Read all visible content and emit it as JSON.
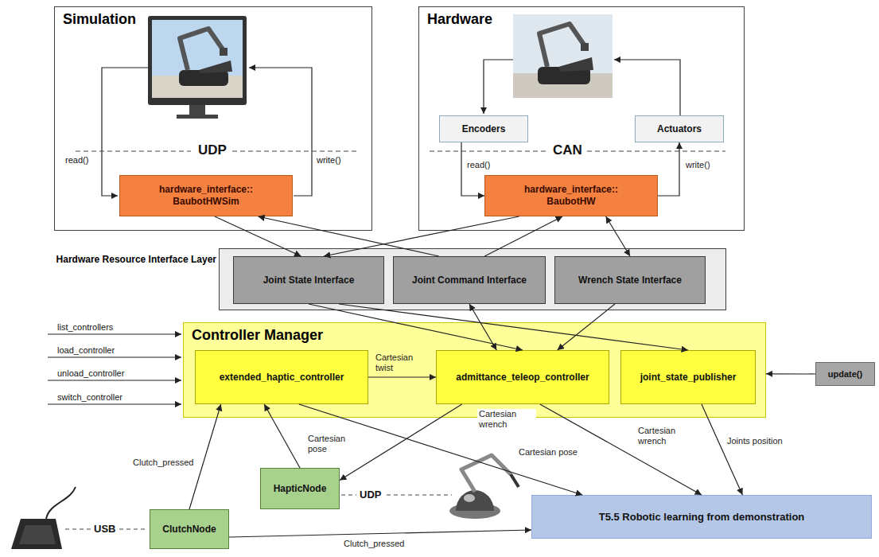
{
  "diagram": {
    "nodes": [
      {
        "text": [
          "Simulation"
        ]
      },
      {
        "text": [
          "hardware_interface:: BaubotHWSim"
        ],
        "in": 0
      },
      {
        "text": [
          "Hardware"
        ]
      },
      {
        "text": [
          "Encoders"
        ],
        "in": 2
      },
      {
        "text": [
          "Actuators"
        ],
        "in": 2
      },
      {
        "text": [
          "hardware_interface:: BaubotHW"
        ],
        "in": 2
      },
      {
        "text": [
          "Hardware Resource Interface Layer"
        ]
      },
      {
        "text": [
          "Joint State Interface"
        ],
        "in": 6
      },
      {
        "text": [
          "Joint Command Interface"
        ],
        "in": 6
      },
      {
        "text": [
          "Wrench State Interface"
        ],
        "in": 6
      },
      {
        "text": [
          "Controller Manager"
        ]
      },
      {
        "text": [
          "extended_haptic_controller"
        ],
        "in": 10
      },
      {
        "text": [
          "admittance_teleop_controller"
        ],
        "in": 10
      },
      {
        "text": [
          "joint_state_publisher"
        ],
        "in": 10
      },
      {
        "text": [
          "update()"
        ]
      },
      {
        "text": [
          "HapticNode"
        ]
      },
      {
        "text": [
          "ClutchNode"
        ]
      },
      {
        "text": [
          "T5.5 Robotic learning from demonstration"
        ]
      }
    ],
    "edges": [
      {
        "from": 3,
        "to": 5,
        "label": "read()",
        "arrow": "to"
      },
      {
        "from": 5,
        "to": 4,
        "label": "write()",
        "arrow": "to"
      },
      {
        "from": 1,
        "to": 7,
        "arrow": "to"
      },
      {
        "from": 8,
        "to": 1,
        "arrow": "to"
      },
      {
        "from": 5,
        "to": 7,
        "arrow": "to"
      },
      {
        "from": 8,
        "to": 5,
        "arrow": "to"
      },
      {
        "from": 5,
        "to": 9,
        "arrow": "both"
      },
      {
        "from": 7,
        "to": 12,
        "arrow": "to"
      },
      {
        "from": 7,
        "to": 13,
        "arrow": "to"
      },
      {
        "from": 8,
        "to": 12,
        "arrow": "both"
      },
      {
        "from": 9,
        "to": 12,
        "arrow": "to"
      },
      {
        "from": 11,
        "to": 12,
        "label": "Cartesian twist",
        "arrow": "to"
      },
      {
        "from": 12,
        "to": 15,
        "label": "Cartesian wrench",
        "arrow": "to"
      },
      {
        "from": 12,
        "to": 17,
        "label": "Cartesian wrench",
        "arrow": "to"
      },
      {
        "from": 11,
        "to": 17,
        "label": "Cartesian pose",
        "arrow": "to"
      },
      {
        "from": 13,
        "to": 17,
        "label": "Joints position",
        "arrow": "to"
      },
      {
        "from": 15,
        "to": 11,
        "label": "Cartesian pose",
        "arrow": "to"
      },
      {
        "from": 16,
        "to": 11,
        "label": "Clutch_pressed",
        "arrow": "to"
      },
      {
        "from": 16,
        "to": 17,
        "label": "Clutch_pressed",
        "arrow": "to"
      },
      {
        "from": 14,
        "to": 10,
        "arrow": "to"
      }
    ],
    "labels": [
      "UDP",
      "read()",
      "write()",
      "CAN",
      "list_controllers",
      "load_controller",
      "unload_controller",
      "switch_controller",
      "UDP",
      "USB"
    ]
  }
}
